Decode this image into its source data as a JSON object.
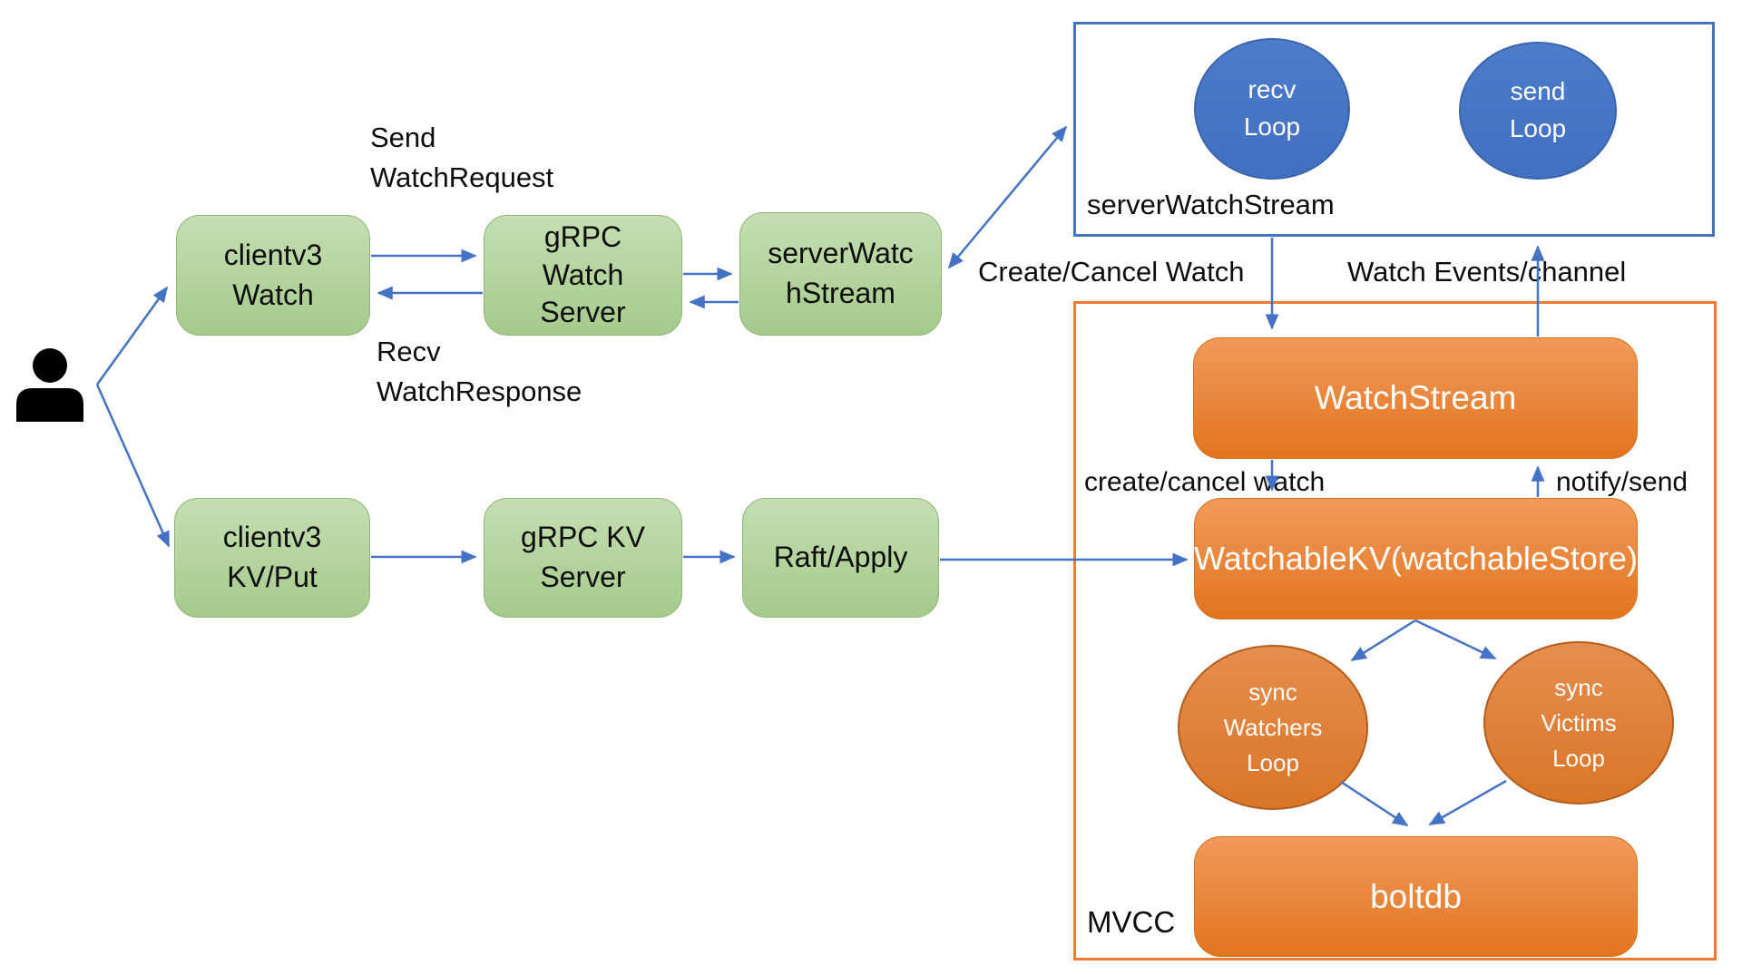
{
  "diagram": {
    "nodes": {
      "clientv3_watch": {
        "label": "clientv3\nWatch"
      },
      "grpc_watch_server": {
        "label": "gRPC\nWatch\nServer"
      },
      "server_watch_stream": {
        "label": "serverWatc\nhStream"
      },
      "clientv3_kv_put": {
        "label": "clientv3\nKV/Put"
      },
      "grpc_kv_server": {
        "label": "gRPC KV\nServer"
      },
      "raft_apply": {
        "label": "Raft/Apply"
      },
      "recv_loop": {
        "label": "recv\nLoop"
      },
      "send_loop": {
        "label": "send\nLoop"
      },
      "watch_stream": {
        "label": "WatchStream"
      },
      "watchable_kv": {
        "label": "WatchableKV(watchableStore)"
      },
      "sync_watchers_loop": {
        "label": "sync\nWatchers\nLoop"
      },
      "sync_victims_loop": {
        "label": "sync\nVictims\nLoop"
      },
      "boltdb": {
        "label": "boltdb"
      }
    },
    "containers": {
      "server_watch_stream_group": {
        "label": "serverWatchStream"
      },
      "mvcc_group": {
        "label": "MVCC"
      }
    },
    "edge_labels": {
      "send_watch_request": "Send\nWatchRequest",
      "recv_watch_response": "Recv\nWatchResponse",
      "create_cancel_watch": "Create/Cancel Watch",
      "watch_events_channel": "Watch Events/channel",
      "create_cancel_watch_lower": "create/cancel watch",
      "notify_send": "notify/send"
    },
    "icons": {
      "person": "person-icon"
    },
    "colors": {
      "accent_blue": "#4472C4",
      "blue_fill_top": "#4E7CCB",
      "blue_fill_bottom": "#4270C0",
      "blue_border": "#3A65AD",
      "green_fill_top": "#C5DEB2",
      "green_fill_bottom": "#A5CA8B",
      "green_border": "#8FB476",
      "orange_fill_top": "#F19A5B",
      "orange_fill_bottom": "#E2741E",
      "orange_border": "#D8701E",
      "orange_container_border": "#ED7D31",
      "oe_fill_top": "#E58E4F",
      "oe_fill_bottom": "#DA7526",
      "oe_border": "#B35E1E",
      "person_black": "#000000"
    }
  }
}
